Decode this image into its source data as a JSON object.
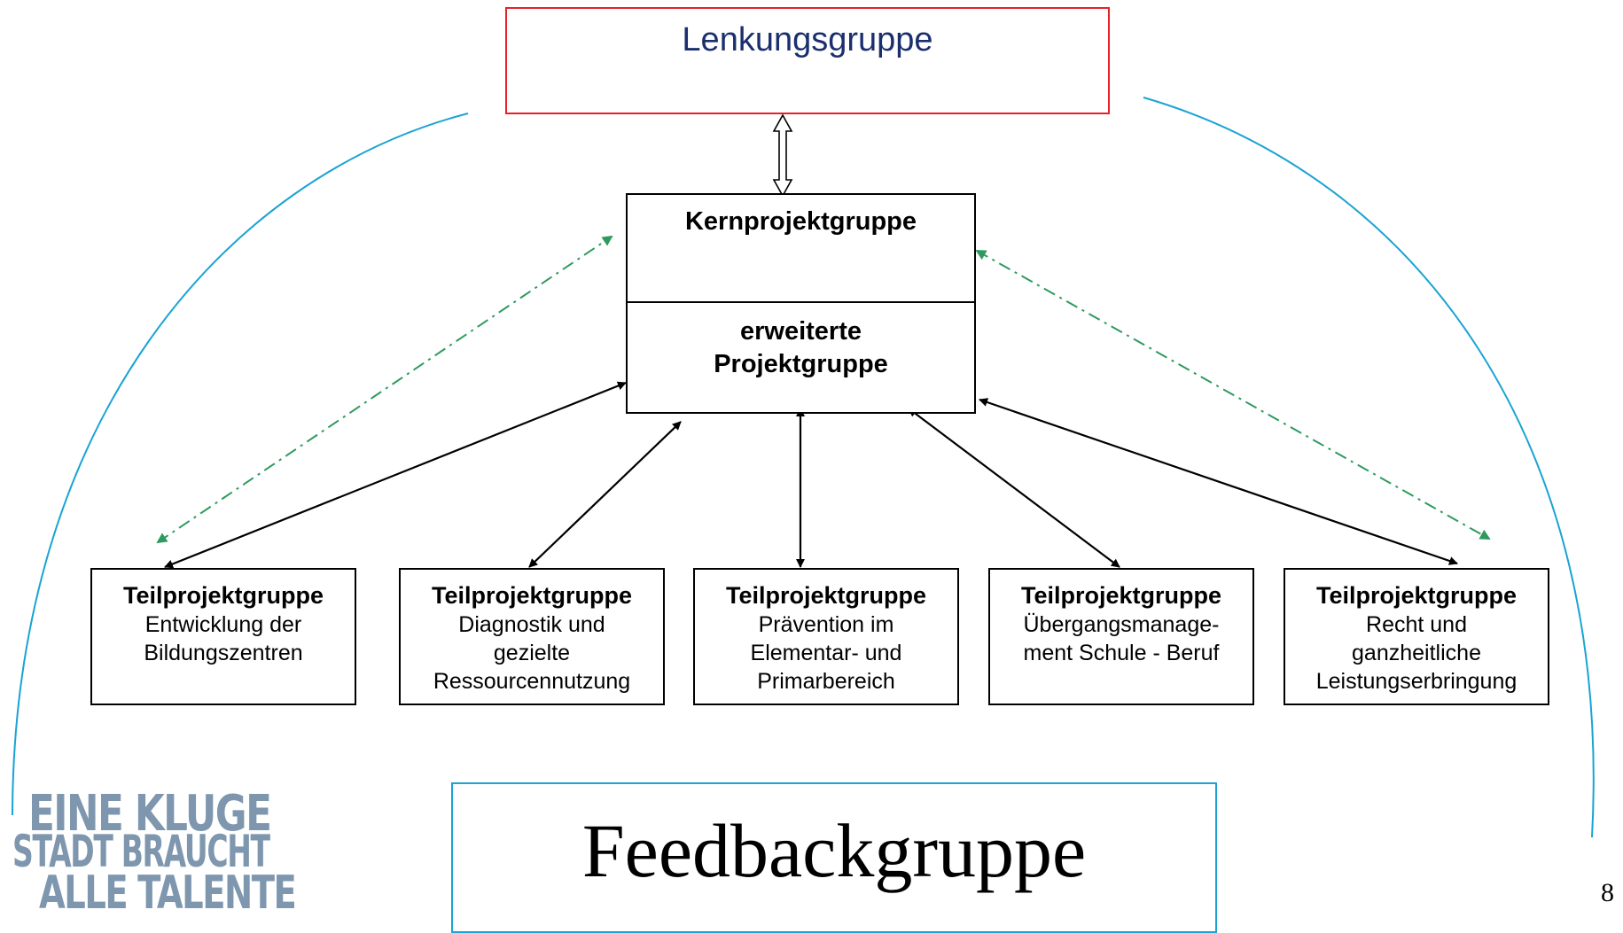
{
  "steering_group": {
    "label": "Lenkungsgruppe"
  },
  "core_group": {
    "title": "Kernprojektgruppe",
    "extended_title": "erweiterte\nProjektgruppe"
  },
  "subprojects": [
    {
      "heading": "Teilprojektgruppe",
      "description": "Entwicklung der\nBildungszentren"
    },
    {
      "heading": "Teilprojektgruppe",
      "description": "Diagnostik und\ngezielte\nRessourcennutzung"
    },
    {
      "heading": "Teilprojektgruppe",
      "description": "Prävention im\nElementar- und\nPrimarbereich"
    },
    {
      "heading": "Teilprojektgruppe",
      "description": "Übergangsmanage-\nment  Schule - Beruf"
    },
    {
      "heading": "Teilprojektgruppe",
      "description": "Recht und\nganzheitliche\nLeistungserbringung"
    }
  ],
  "feedback_group": {
    "label": "Feedbackgruppe"
  },
  "logo": {
    "lines": [
      "EINE KLUGE",
      "STADT BRAUCHT",
      "ALLE TALENTE"
    ]
  },
  "page_number": "8",
  "colors": {
    "steering_border": "#e8202a",
    "steering_text": "#1b2f6e",
    "arc": "#1aa3d4",
    "dashed_arrow": "#2e9a5e",
    "logo": "#7e97af"
  }
}
